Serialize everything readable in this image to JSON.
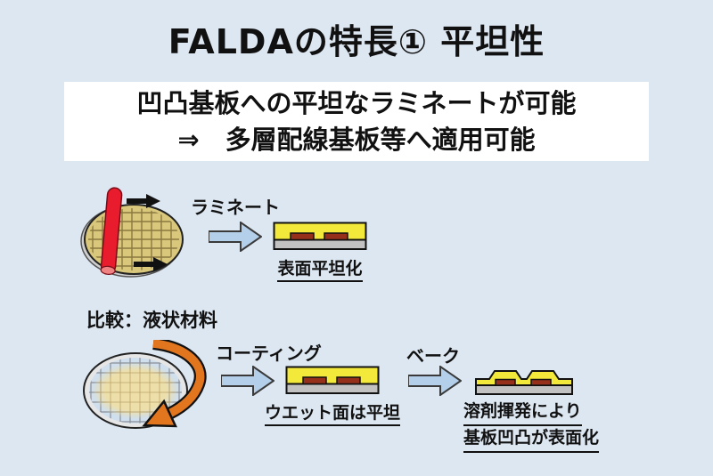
{
  "slide": {
    "title": "FALDAの特長① 平坦性",
    "headline": {
      "line1": "凹凸基板への平坦なラミネートが可能",
      "line2": "⇒　多層配線基板等へ適用可能"
    },
    "lamination": {
      "process_label": "ラミネート",
      "result_label": "表面平坦化"
    },
    "comparison": {
      "section_label": "比較：液状材料",
      "coating_label": "コーティング",
      "wet_label": "ウエット面は平坦",
      "bake_label": "ベーク",
      "bake_result_line1": "溶剤揮発により",
      "bake_result_line2": "基板凹凸が表面化"
    },
    "colors": {
      "background": "#dde7f2",
      "headline_box": "#ffffff",
      "arrow_blue": "#b3cfe9",
      "wafer_tan": "#d9c87c",
      "roller_red": "#e81c2c",
      "coating_yellow": "#f3e93b",
      "substrate_gray": "#c2c2c2",
      "pad_brown": "#96301a",
      "spin_orange": "#e2761f"
    }
  }
}
